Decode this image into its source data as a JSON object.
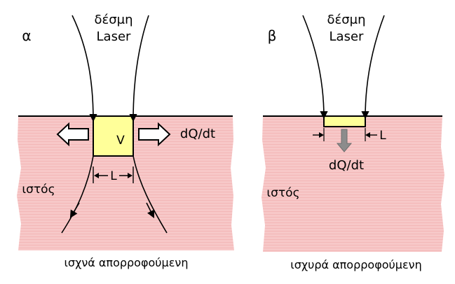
{
  "panel_a": {
    "letter": "α",
    "beam_label_line1": "δέσμη",
    "beam_label_line2": "Laser",
    "volume_label": "V",
    "heat_flow_label": "dQ/dt",
    "width_label": "L",
    "tissue_label": "ιστός",
    "caption": "ισχνά απορροφούμενη"
  },
  "panel_b": {
    "letter": "β",
    "beam_label_line1": "δέσμη",
    "beam_label_line2": "Laser",
    "heat_flow_label": "dQ/dt",
    "width_label": "L",
    "tissue_label": "ιστός",
    "caption": "ισχυρά απορροφούμενη"
  },
  "colors": {
    "tissue": "#f7c8c8",
    "tissue_stripe": "#f3b7b7",
    "absorption_box": "#ffff99",
    "heat_arrow_b": "#8c8c8c",
    "lines": "#000000"
  }
}
